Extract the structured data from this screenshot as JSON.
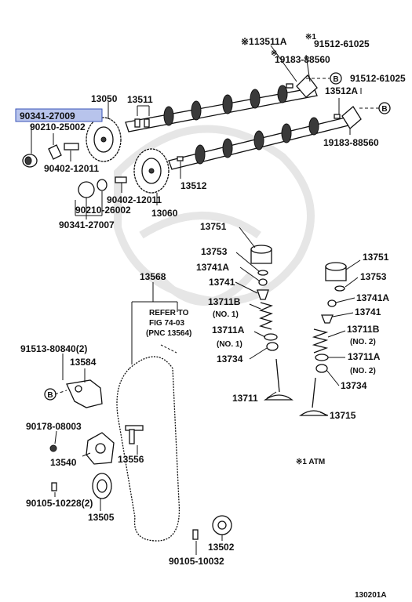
{
  "diagram": {
    "highlight_color": "#b8c4ec",
    "highlight_border": "#3a55b8",
    "selected_part": "90341-27009",
    "labels": {
      "p13511A": "13511A",
      "p91512_top": "91512-61025",
      "p19183_top": "19183-88560",
      "p91512_right": "91512-61025",
      "p13050": "13050",
      "p13511": "13511",
      "p13512A": "13512A",
      "p90341_27009": "90341-27009",
      "p90210_25002": "90210-25002",
      "p19183_right": "19183-88560",
      "p90402_12011a": "90402-12011",
      "p13512": "13512",
      "p90402_12011b": "90402-12011",
      "p90210_26002": "90210-26002",
      "p13060": "13060",
      "p90341_27007": "90341-27007",
      "p13751_left": "13751",
      "p13753_left": "13753",
      "p13741A_left": "13741A",
      "p13741_left": "13741",
      "p13711B_left": "13711B",
      "p13711A_left": "13711A",
      "p13734_left": "13734",
      "p13711": "13711",
      "p13751_right": "13751",
      "p13753_right": "13753",
      "p13741A_right": "13741A",
      "p13741_right": "13741",
      "p13711B_right": "13711B",
      "p13711A_right": "13711A",
      "p13734_right": "13734",
      "p13715": "13715",
      "p13568": "13568",
      "p91513": "91513-80840(2)",
      "p13584": "13584",
      "p90178": "90178-08003",
      "p13540": "13540",
      "p13556": "13556",
      "p90105_10228": "90105-10228(2)",
      "p13505": "13505",
      "p13502": "13502",
      "p90105_10032": "90105-10032"
    },
    "notes": {
      "no1_a": "(NO. 1)",
      "no1_b": "(NO. 1)",
      "no2_a": "(NO. 2)",
      "no2_b": "(NO. 2)",
      "refer_1": "REFER TO",
      "refer_2": "FIG 74-03",
      "refer_3": "(PNC 13564)",
      "atm": "※1 ATM",
      "mark_13511A": "※1",
      "mark_91512": "※1",
      "mark_19183": "※"
    },
    "callouts": {
      "b": "B"
    },
    "figure_code": "130201A"
  }
}
